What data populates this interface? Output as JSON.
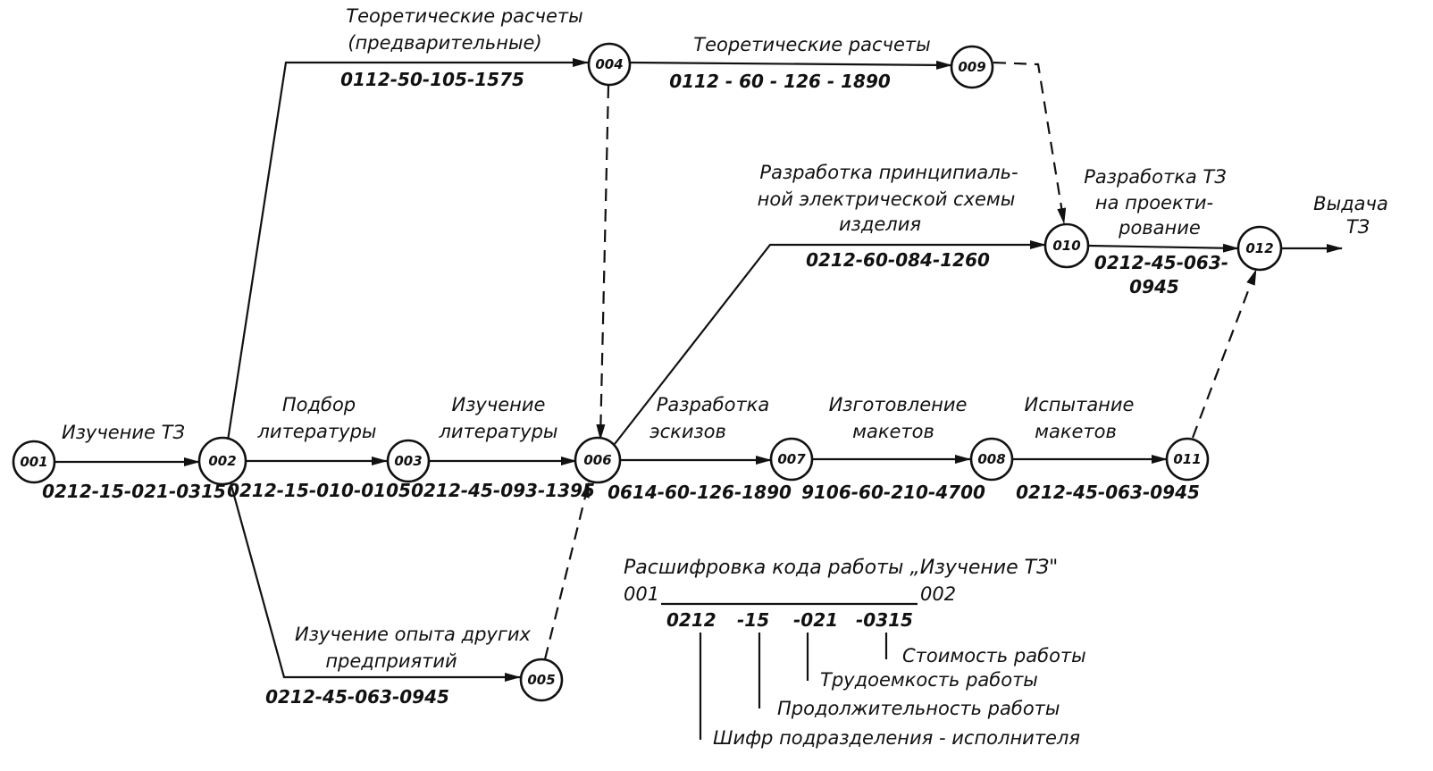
{
  "nodes": {
    "n001": "001",
    "n002": "002",
    "n003": "003",
    "n004": "004",
    "n005": "005",
    "n006": "006",
    "n007": "007",
    "n008": "008",
    "n009": "009",
    "n010": "010",
    "n011": "011",
    "n012": "012"
  },
  "edges": {
    "e001_002": {
      "label": "Изучение ТЗ",
      "code": "0212-15-021-0315"
    },
    "e002_003": {
      "label1": "Подбор",
      "label2": "литературы",
      "code": "0212-15-010-0105"
    },
    "e003_006": {
      "label1": "Изучение",
      "label2": "литературы",
      "code": "0212-45-093-1395"
    },
    "e002_004": {
      "label1": "Теоретические расчеты",
      "label2": "(предварительные)",
      "code": "0112-50-105-1575"
    },
    "e004_009": {
      "label": "Теоретические расчеты",
      "code": "0112 - 60 - 126 - 1890"
    },
    "e002_005": {
      "label1": "Изучение опыта других",
      "label2": "предприятий",
      "code": "0212-45-063-0945"
    },
    "e006_007": {
      "label1": "Разработка",
      "label2": "эскизов",
      "code": "0614-60-126-1890"
    },
    "e007_008": {
      "label1": "Изготовление",
      "label2": "макетов",
      "code": "9106-60-210-4700"
    },
    "e008_011": {
      "label1": "Испытание",
      "label2": "макетов",
      "code": "0212-45-063-0945"
    },
    "e006_010": {
      "label1": "Разработка принципиаль-",
      "label2": "ной электрической схемы",
      "label3": "изделия",
      "code": "0212-60-084-1260"
    },
    "e010_012": {
      "label1": "Разработка ТЗ",
      "label2": "на проекти-",
      "label3": "рование",
      "code1": "0212-45-063-",
      "code2": "0945"
    },
    "output": {
      "label1": "Выдача",
      "label2": "ТЗ"
    }
  },
  "legend": {
    "title": "Расшифровка кода работы „Изучение ТЗ\"",
    "from_node": "001",
    "to_node": "002",
    "code_parts": [
      "0212",
      "-15",
      "-021",
      "-0315"
    ],
    "items": {
      "cost": "Стоимость работы",
      "labor": "Трудоемкость работы",
      "duration": "Продолжительность работы",
      "division": "Шифр подразделения - исполнителя"
    }
  }
}
